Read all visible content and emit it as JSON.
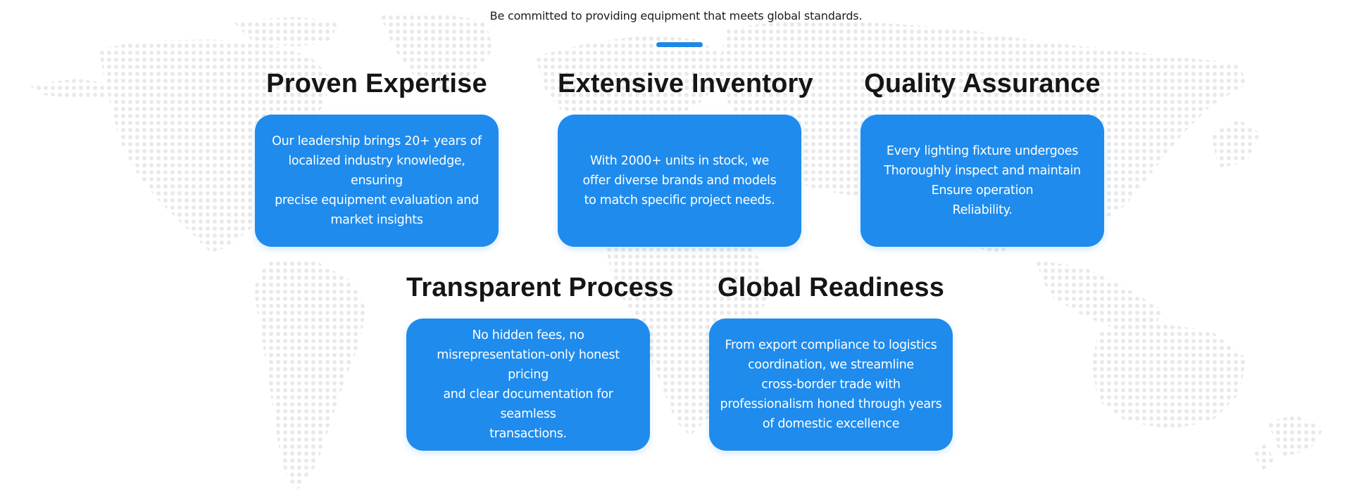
{
  "header": {
    "tagline": "Be committed to providing equipment that meets global standards."
  },
  "colors": {
    "accent": "#1e88e5",
    "card_background": "#1e8bed",
    "card_text": "#ffffff",
    "title_text": "#151515",
    "map_dots": "#e9e9e9"
  },
  "features": [
    {
      "title": "Proven Expertise",
      "text": "Our leadership brings 20+ years of\nlocalized industry knowledge, ensuring\nprecise equipment evaluation and\nmarket insights"
    },
    {
      "title": "Extensive Inventory",
      "text": "With 2000+ units in stock, we\noffer diverse brands and models\nto match specific project needs."
    },
    {
      "title": "Quality Assurance",
      "text": "Every lighting fixture undergoes\nThoroughly inspect and maintain\nEnsure operation\nReliability."
    },
    {
      "title": "Transparent Process",
      "text": "No hidden fees, no\nmisrepresentation-only honest pricing\nand clear documentation for seamless\ntransactions."
    },
    {
      "title": "Global Readiness",
      "text": "From export compliance to logistics\ncoordination, we streamline\ncross-border trade with\nprofessionalism honed through years\nof domestic excellence"
    }
  ]
}
